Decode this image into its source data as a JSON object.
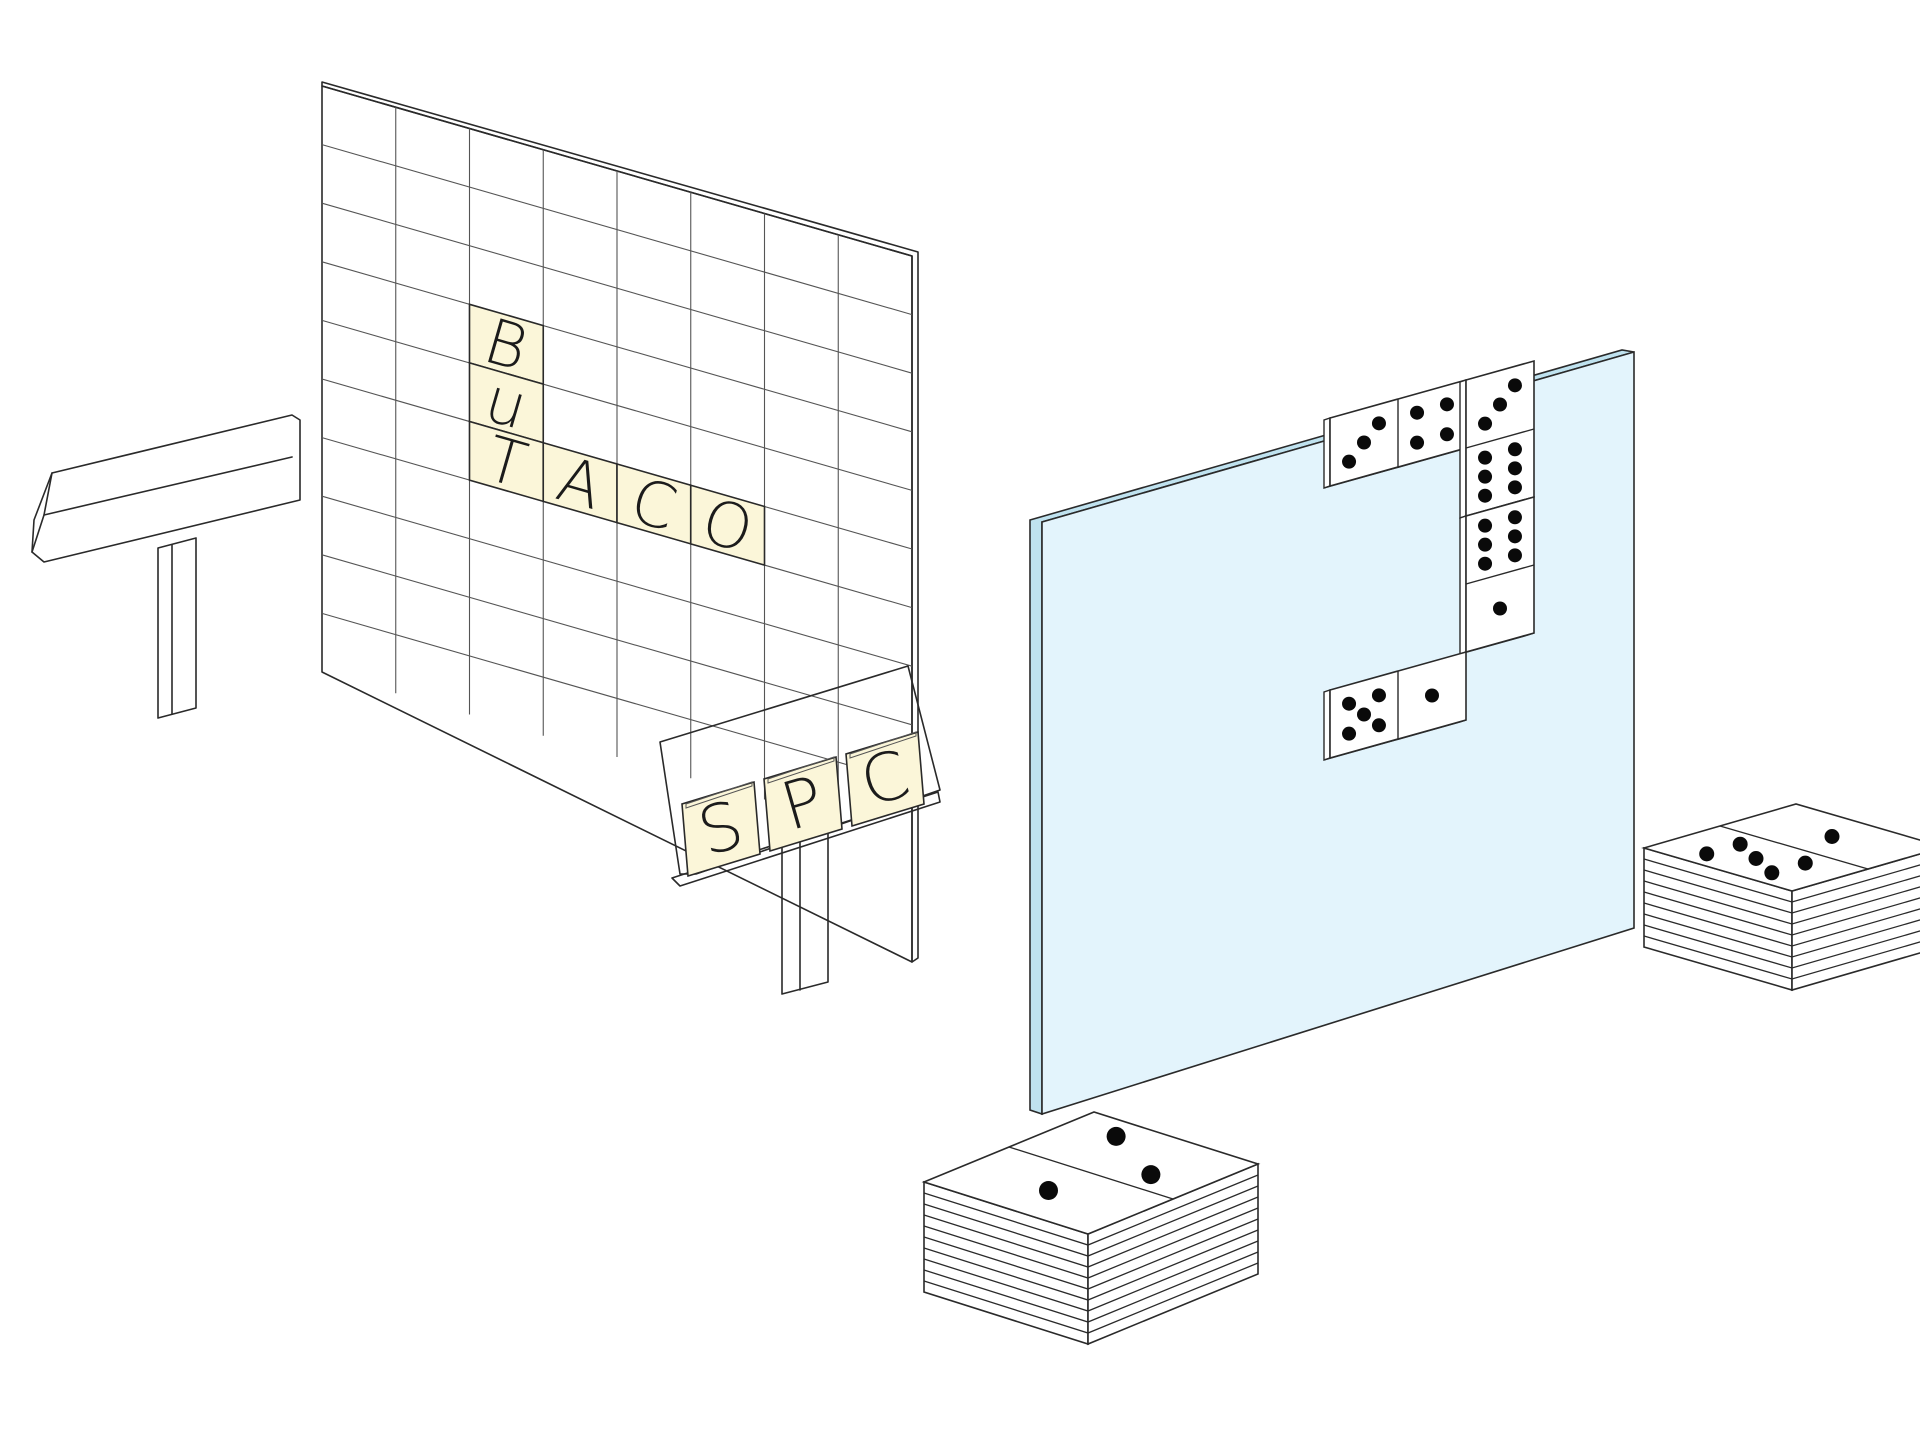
{
  "colors": {
    "background": "#ffffff",
    "ink": "#2a2a2a",
    "tile_fill": "#fbf6d9",
    "glass_fill": "#e3f4fc",
    "glass_edge": "#bfe2ef",
    "pip": "#0a0a0a",
    "domino_face": "#ffffff"
  },
  "word_wall": {
    "grid_columns": 8,
    "grid_rows": 10,
    "tiles": [
      {
        "letter": "B",
        "col": 2,
        "row": 3
      },
      {
        "letter": "u",
        "col": 2,
        "row": 4
      },
      {
        "letter": "T",
        "col": 2,
        "row": 5
      },
      {
        "letter": "A",
        "col": 3,
        "row": 5
      },
      {
        "letter": "C",
        "col": 4,
        "row": 5
      },
      {
        "letter": "O",
        "col": 5,
        "row": 5
      }
    ]
  },
  "letter_rack": {
    "tiles": [
      "S",
      "P",
      "C"
    ]
  },
  "domino_wall": {
    "pieces": [
      {
        "pips": [
          3,
          4
        ],
        "orientation": "horizontal",
        "cell": [
          0,
          0
        ]
      },
      {
        "pips": [
          3,
          6
        ],
        "orientation": "vertical",
        "cell": [
          2,
          0
        ]
      },
      {
        "pips": [
          6,
          1
        ],
        "orientation": "vertical",
        "cell": [
          2,
          2
        ]
      },
      {
        "pips": [
          5,
          1
        ],
        "orientation": "horizontal",
        "cell": [
          0,
          4
        ]
      }
    ]
  },
  "domino_stacks": [
    {
      "pips": [
        5,
        1
      ],
      "layers": 9
    },
    {
      "pips": [
        1,
        2
      ],
      "layers": 10
    }
  ]
}
